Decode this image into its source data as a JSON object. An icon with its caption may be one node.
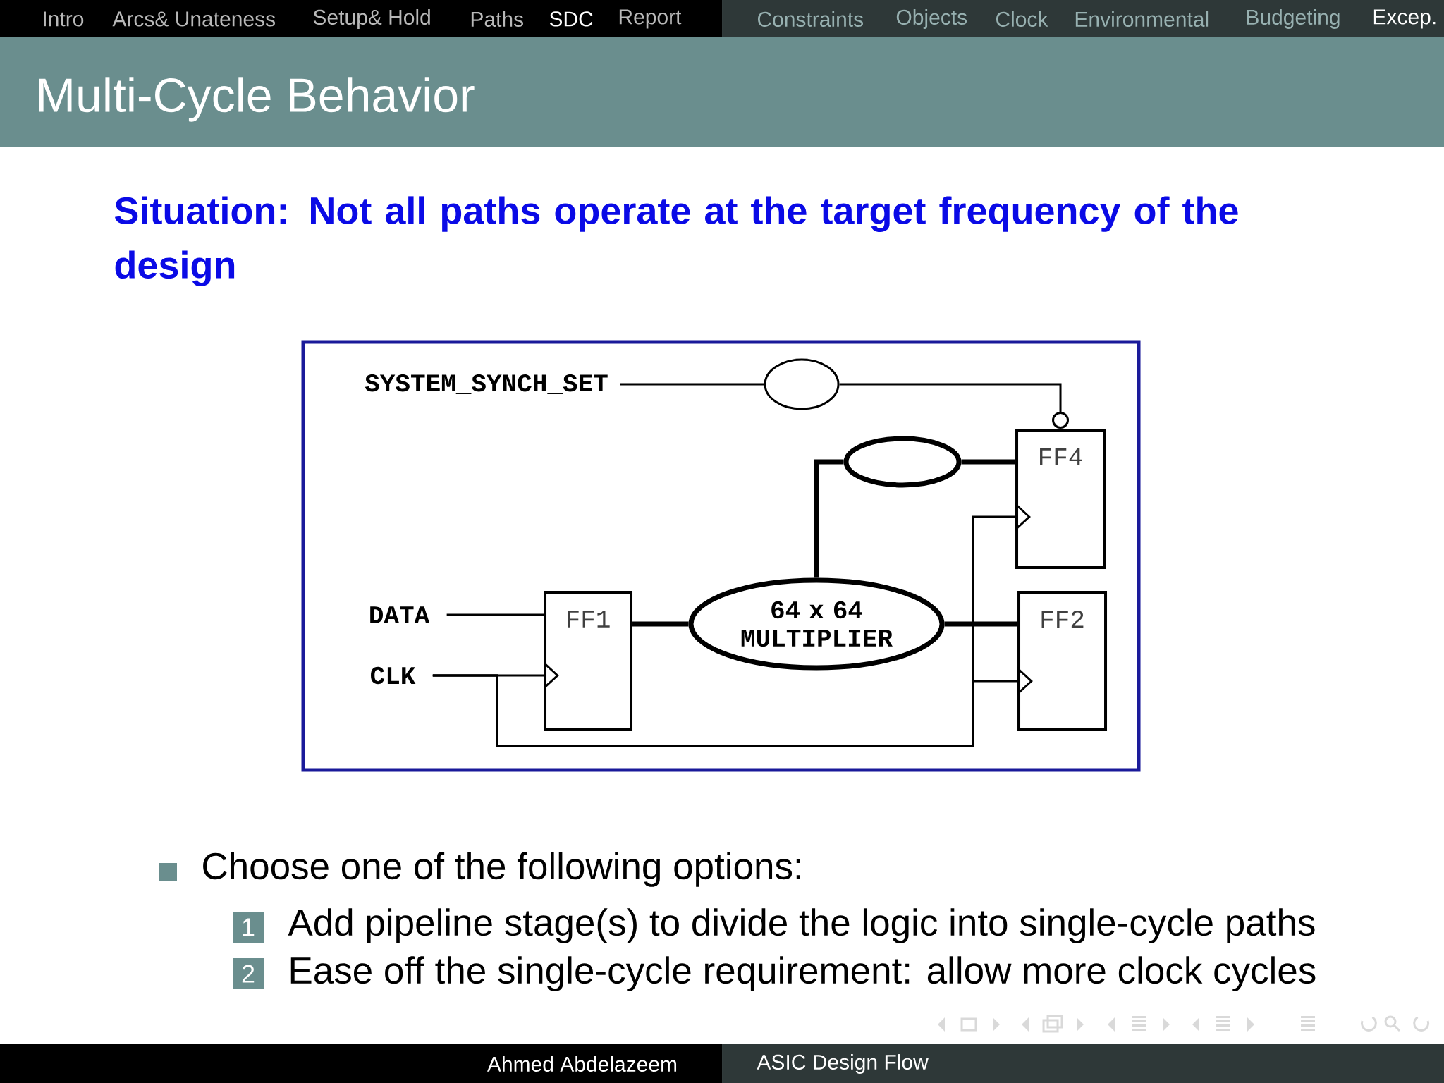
{
  "diagram": {
    "title": "Multi-Cycle Behavior",
    "nodes": [
      {
        "text": [
          "SYSTEM_SYNCH_SET"
        ]
      },
      {
        "text": [],
        "shape": "ellipse"
      },
      {
        "text": [
          "FF4"
        ]
      },
      {
        "text": [],
        "shape": "ellipse"
      },
      {
        "text": [
          "DATA"
        ]
      },
      {
        "text": [
          "FF1"
        ]
      },
      {
        "text": [
          "64 x 64 MULTIPLIER"
        ]
      },
      {
        "text": [
          "FF2"
        ]
      },
      {
        "text": [
          "CLK"
        ]
      }
    ],
    "edges": [
      {
        "from": 0,
        "to": 1,
        "arrow": "none"
      },
      {
        "from": 1,
        "to": 2,
        "arrow": "other"
      },
      {
        "from": 6,
        "to": 3,
        "arrow": "none",
        "style": "thick"
      },
      {
        "from": 3,
        "to": 2,
        "arrow": "none",
        "style": "thick"
      },
      {
        "from": 4,
        "to": 5,
        "arrow": "none"
      },
      {
        "from": 5,
        "to": 6,
        "arrow": "none",
        "style": "thick"
      },
      {
        "from": 6,
        "to": 7,
        "arrow": "none",
        "style": "thick"
      },
      {
        "from": 8,
        "to": 5,
        "arrow": "to"
      },
      {
        "from": 8,
        "to": 2,
        "arrow": "to"
      },
      {
        "from": 8,
        "to": 7,
        "arrow": "to"
      }
    ],
    "labels": [
      "Intro",
      "Arcs& Unateness",
      "Setup& Hold",
      "Paths",
      "SDC",
      "Report",
      "Constraints",
      "Objects",
      "Clock",
      "Environmental",
      "Budgeting",
      "Excep.",
      "Situation: Not all paths operate at the target frequency of the design",
      "Choose one of the following options:",
      "1",
      "Add pipeline stage(s) to divide the logic into single-cycle paths",
      "2",
      "Ease off the single-cycle requirement: allow more clock cycles",
      "Ahmed Abdelazeem",
      "ASIC Design Flow"
    ]
  }
}
